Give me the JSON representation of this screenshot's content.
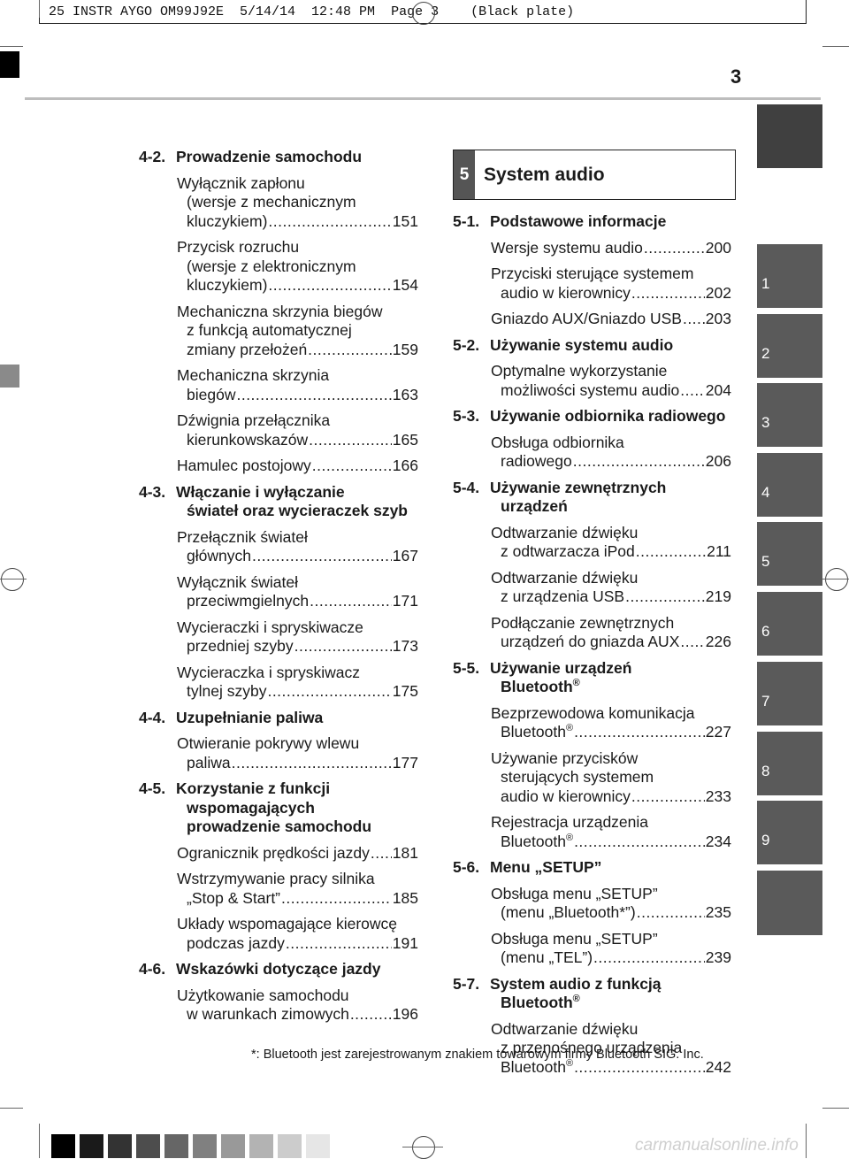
{
  "header_slug": "25 INSTR AYGO OM99J92E  5/14/14  12:48 PM  Page 3    (Black plate)",
  "page_number": "3",
  "side_tabs": [
    "1",
    "2",
    "3",
    "4",
    "5",
    "6",
    "7",
    "8",
    "9"
  ],
  "left_column": [
    {
      "num": "4-2.",
      "title": "Prowadzenie samochodu",
      "entries": [
        {
          "lines": [
            "Wyłącznik zapłonu",
            "(wersje z mechanicznym"
          ],
          "last": "kluczykiem)",
          "page": "151"
        },
        {
          "lines": [
            "Przycisk rozruchu",
            "(wersje z elektronicznym"
          ],
          "last": "kluczykiem)",
          "page": "154"
        },
        {
          "lines": [
            "Mechaniczna skrzynia biegów",
            "z funkcją automatycznej"
          ],
          "last": "zmiany przełożeń",
          "page": "159"
        },
        {
          "lines": [
            "Mechaniczna skrzynia"
          ],
          "last": "biegów",
          "page": "163"
        },
        {
          "lines": [
            "Dźwignia przełącznika"
          ],
          "last": "kierunkowskazów",
          "page": "165"
        },
        {
          "lines": [],
          "last": "Hamulec postojowy",
          "page": "166"
        }
      ]
    },
    {
      "num": "4-3.",
      "title": "Włączanie i wyłączanie",
      "title2": "świateł oraz wycieraczek szyb",
      "entries": [
        {
          "lines": [
            "Przełącznik świateł"
          ],
          "last": "głównych",
          "page": "167"
        },
        {
          "lines": [
            "Wyłącznik świateł"
          ],
          "last": "przeciwmgielnych",
          "page": "171"
        },
        {
          "lines": [
            "Wycieraczki i spryskiwacze"
          ],
          "last": "przedniej szyby",
          "page": "173"
        },
        {
          "lines": [
            "Wycieraczka i spryskiwacz"
          ],
          "last": "tylnej szyby",
          "page": "175"
        }
      ]
    },
    {
      "num": "4-4.",
      "title": "Uzupełnianie paliwa",
      "entries": [
        {
          "lines": [
            "Otwieranie pokrywy wlewu"
          ],
          "last": "paliwa",
          "page": "177"
        }
      ]
    },
    {
      "num": "4-5.",
      "title": "Korzystanie z funkcji",
      "title2": "wspomagających",
      "title3": "prowadzenie samochodu",
      "entries": [
        {
          "lines": [],
          "last": "Ogranicznik prędkości jazdy",
          "page": "181"
        },
        {
          "lines": [
            "Wstrzymywanie pracy silnika"
          ],
          "last": "„Stop & Start”",
          "page": "185"
        },
        {
          "lines": [
            "Układy wspomagające kierowcę"
          ],
          "last": "podczas jazdy",
          "page": "191"
        }
      ]
    },
    {
      "num": "4-6.",
      "title": "Wskazówki dotyczące jazdy",
      "entries": [
        {
          "lines": [
            "Użytkowanie samochodu"
          ],
          "last": "w warunkach zimowych",
          "page": "196"
        }
      ]
    }
  ],
  "section_box": {
    "num": "5",
    "title": "System audio"
  },
  "right_column": [
    {
      "num": "5-1.",
      "title": "Podstawowe informacje",
      "entries": [
        {
          "lines": [],
          "last": "Wersje systemu audio",
          "page": "200"
        },
        {
          "lines": [
            "Przyciski sterujące systemem"
          ],
          "last": "audio w kierownicy",
          "page": "202"
        },
        {
          "lines": [],
          "last": "Gniazdo AUX/Gniazdo USB",
          "page": "203"
        }
      ]
    },
    {
      "num": "5-2.",
      "title": "Używanie systemu audio",
      "entries": [
        {
          "lines": [
            "Optymalne wykorzystanie"
          ],
          "last": "możliwości systemu audio",
          "page": "204"
        }
      ]
    },
    {
      "num": "5-3.",
      "title": "Używanie odbiornika radiowego",
      "entries": [
        {
          "lines": [
            "Obsługa odbiornika"
          ],
          "last": "radiowego",
          "page": "206"
        }
      ]
    },
    {
      "num": "5-4.",
      "title": "Używanie zewnętrznych",
      "title2": "urządzeń",
      "entries": [
        {
          "lines": [
            "Odtwarzanie dźwięku"
          ],
          "last": "z odtwarzacza iPod",
          "page": "211"
        },
        {
          "lines": [
            "Odtwarzanie dźwięku"
          ],
          "last": "z urządzenia USB",
          "page": "219"
        },
        {
          "lines": [
            "Podłączanie zewnętrznych"
          ],
          "last": "urządzeń do gniazda AUX",
          "page": "226"
        }
      ]
    },
    {
      "num": "5-5.",
      "title": "Używanie urządzeń",
      "title2": "Bluetooth",
      "title2_sup": "®",
      "entries": [
        {
          "lines": [
            "Bezprzewodowa komunikacja"
          ],
          "last": "Bluetooth",
          "last_sup": "®",
          "page": "227"
        },
        {
          "lines": [
            "Używanie przycisków",
            "sterujących systemem"
          ],
          "last": "audio w kierownicy",
          "page": "233"
        },
        {
          "lines": [
            "Rejestracja urządzenia"
          ],
          "last": "Bluetooth",
          "last_sup": "®",
          "page": "234"
        }
      ]
    },
    {
      "num": "5-6.",
      "title": "Menu „SETUP”",
      "entries": [
        {
          "lines": [
            "Obsługa menu „SETUP”"
          ],
          "last": "(menu „Bluetooth*”)",
          "page": "235"
        },
        {
          "lines": [
            "Obsługa menu „SETUP”"
          ],
          "last": "(menu „TEL”)",
          "page": "239"
        }
      ]
    },
    {
      "num": "5-7.",
      "title": "System audio z funkcją",
      "title2": "Bluetooth",
      "title2_sup": "®",
      "entries": [
        {
          "lines": [
            "Odtwarzanie dźwięku",
            "z przenośnego urządzenia"
          ],
          "last": "Bluetooth",
          "last_sup": "®",
          "page": "242"
        }
      ]
    }
  ],
  "footnote": "*: Bluetooth jest zarejestrowanym znakiem towarowym firmy Bluetooth SIG. Inc.",
  "watermark": "carmanualsonline.info"
}
